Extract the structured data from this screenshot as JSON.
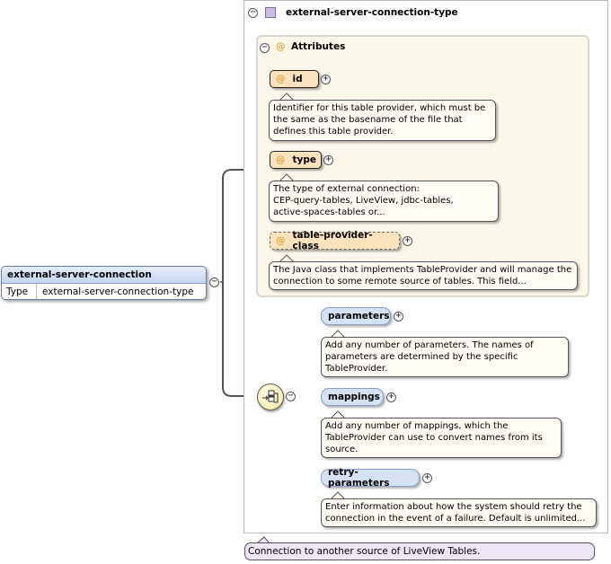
{
  "root": {
    "name": "external-server-connection",
    "type_key": "Type",
    "type_value": "external-server-connection-type",
    "doc": "Connection to another source of LiveView Tables."
  },
  "complex_type": {
    "name": "external-server-connection-type",
    "attributes_label": "Attributes",
    "attributes": [
      {
        "name": "id",
        "doc": "Identifier for this table provider, which must be\nthe same as the basename of the file that\ndefines this table provider."
      },
      {
        "name": "type",
        "doc": "The type of external connection:\nCEP-query-tables, LiveView, jdbc-tables,\nactive-spaces-tables or..."
      },
      {
        "name": "table-provider-class",
        "doc": "The Java class that implements TableProvider and will manage the\nconnection to some remote source of tables. This field..."
      }
    ],
    "elements": [
      {
        "name": "parameters",
        "doc": "Add any number of parameters. The names of\nparameters are determined by the specific\nTableProvider."
      },
      {
        "name": "mappings",
        "doc": "Add any number of mappings, which the\nTableProvider can use to convert names from its\nsource."
      },
      {
        "name": "retry-parameters",
        "doc": "Enter information about how the system should retry the\nconnection in the event of a failure. Default is unlimited..."
      }
    ]
  },
  "symbols": {
    "collapse": "−",
    "expand": "+",
    "attribute_marker": "@"
  },
  "colors": {
    "attribute_fill": "#fce3bd",
    "element_fill": "#d6e2f4",
    "attributes_group_fill": "#fdf7ea",
    "sequence_fill": "#f4e7a6",
    "connector": "#555555"
  }
}
